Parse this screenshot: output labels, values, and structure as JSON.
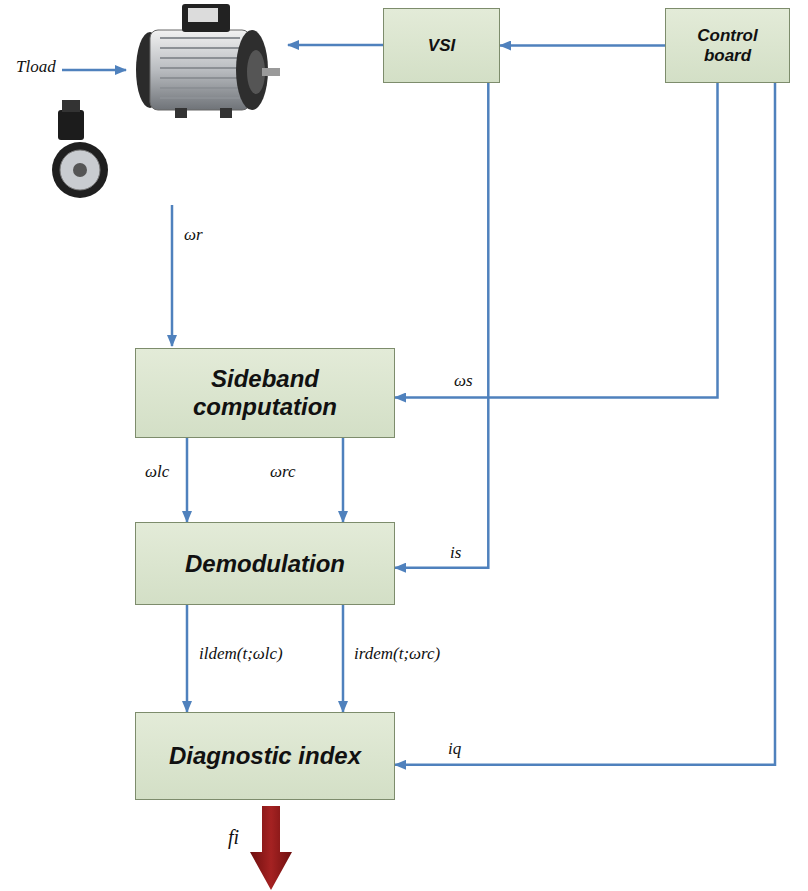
{
  "diagram": {
    "nodes": [
      {
        "text": [
          "VSI"
        ]
      },
      {
        "text": [
          "Control board"
        ]
      },
      {
        "text": [
          "Sideband computation"
        ]
      },
      {
        "text": [
          "Demodulation"
        ]
      },
      {
        "text": [
          "Diagnostic index"
        ]
      }
    ],
    "edges": [
      {
        "from": 1,
        "to": 0,
        "arrow": "to"
      },
      {
        "from": 1,
        "to": 2,
        "arrow": "to",
        "label": "ωs"
      },
      {
        "from": 0,
        "to": 3,
        "arrow": "to",
        "label": "is"
      },
      {
        "from": 2,
        "to": 3,
        "arrow": "to",
        "label": "ωlc"
      },
      {
        "from": 2,
        "to": 3,
        "arrow": "to",
        "label": "ωrc"
      },
      {
        "from": 1,
        "to": 4,
        "arrow": "to",
        "label": "iq"
      },
      {
        "from": 3,
        "to": 4,
        "arrow": "to",
        "label": "ildem(t;ωlc)"
      },
      {
        "from": 3,
        "to": 4,
        "arrow": "to",
        "label": "irdem(t;ωrc)"
      }
    ],
    "labels": [
      "Tload",
      "ωr",
      "fi"
    ]
  }
}
